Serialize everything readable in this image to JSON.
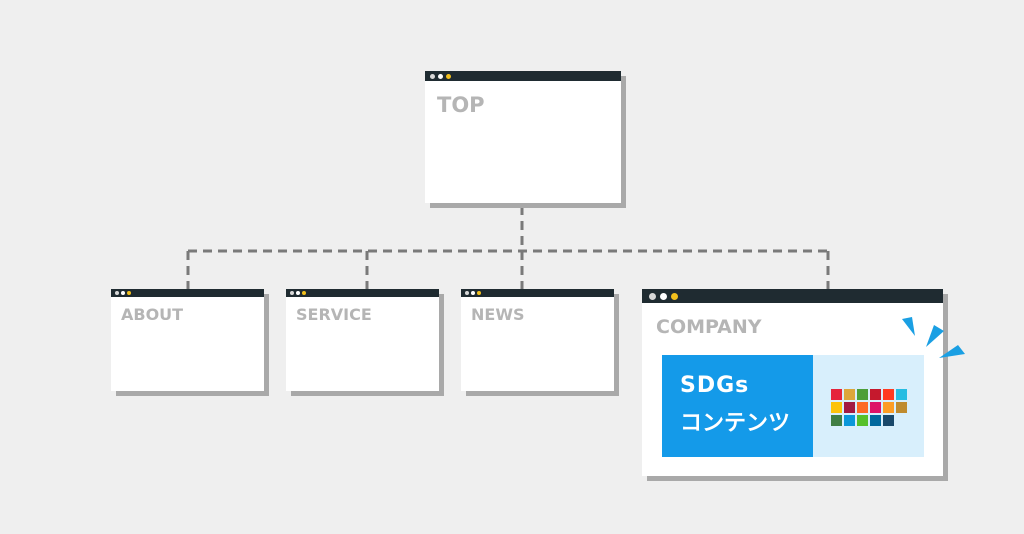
{
  "diagram": {
    "top_page": {
      "label": "TOP"
    },
    "pages": [
      {
        "label": "ABOUT"
      },
      {
        "label": "SERVICE"
      },
      {
        "label": "NEWS"
      },
      {
        "label": "COMPANY"
      }
    ],
    "sdgs_content": {
      "line1": "SDGs",
      "line2": "コンテンツ"
    },
    "colors": {
      "background": "#efefef",
      "window_titlebar": "#1f2b31",
      "window_label": "#b5b5b5",
      "connector": "#7a7a7a",
      "sdgs_blue": "#149ae9",
      "sdgs_logo_bg": "#d8effc",
      "sparkle": "#1a9fe3"
    },
    "sdg_goal_colors": [
      "#e5243b",
      "#dda63a",
      "#4c9f38",
      "#c5192d",
      "#ff3a21",
      "#26bde2",
      "#fcc30b",
      "#a21942",
      "#fd6925",
      "#dd1367",
      "#fd9d24",
      "#bf8b2e",
      "#3f7e44",
      "#0a97d9",
      "#56c02b",
      "#00689d",
      "#19486a"
    ]
  }
}
